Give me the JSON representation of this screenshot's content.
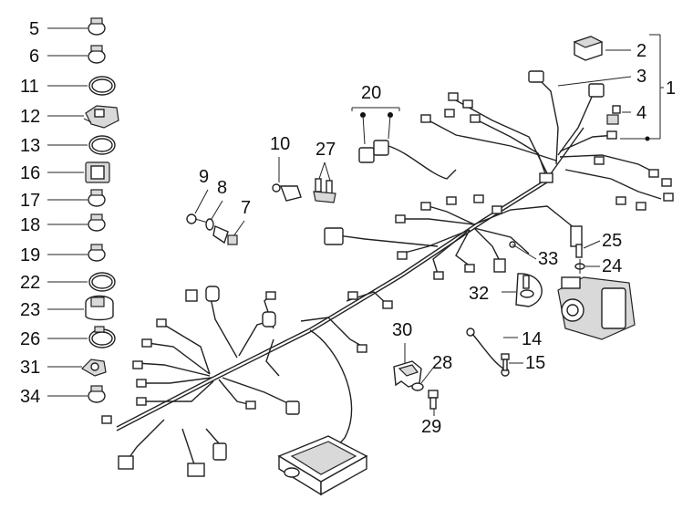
{
  "callouts": [
    {
      "id": "c5",
      "text": "5"
    },
    {
      "id": "c6",
      "text": "6"
    },
    {
      "id": "c11",
      "text": "11"
    },
    {
      "id": "c12",
      "text": "12"
    },
    {
      "id": "c13",
      "text": "13"
    },
    {
      "id": "c16",
      "text": "16"
    },
    {
      "id": "c17",
      "text": "17"
    },
    {
      "id": "c18",
      "text": "18"
    },
    {
      "id": "c19",
      "text": "19"
    },
    {
      "id": "c22",
      "text": "22"
    },
    {
      "id": "c23",
      "text": "23"
    },
    {
      "id": "c26",
      "text": "26"
    },
    {
      "id": "c31",
      "text": "31"
    },
    {
      "id": "c34",
      "text": "34"
    },
    {
      "id": "c2",
      "text": "2"
    },
    {
      "id": "c3",
      "text": "3"
    },
    {
      "id": "c1",
      "text": "1"
    },
    {
      "id": "c4",
      "text": "4"
    },
    {
      "id": "c20",
      "text": "20"
    },
    {
      "id": "c10",
      "text": "10"
    },
    {
      "id": "c27",
      "text": "27"
    },
    {
      "id": "c9",
      "text": "9"
    },
    {
      "id": "c8",
      "text": "8"
    },
    {
      "id": "c7",
      "text": "7"
    },
    {
      "id": "c25",
      "text": "25"
    },
    {
      "id": "c24",
      "text": "24"
    },
    {
      "id": "c33",
      "text": "33"
    },
    {
      "id": "c32",
      "text": "32"
    },
    {
      "id": "c30",
      "text": "30"
    },
    {
      "id": "c14",
      "text": "14"
    },
    {
      "id": "c28",
      "text": "28"
    },
    {
      "id": "c15",
      "text": "15"
    },
    {
      "id": "c29",
      "text": "29"
    }
  ]
}
